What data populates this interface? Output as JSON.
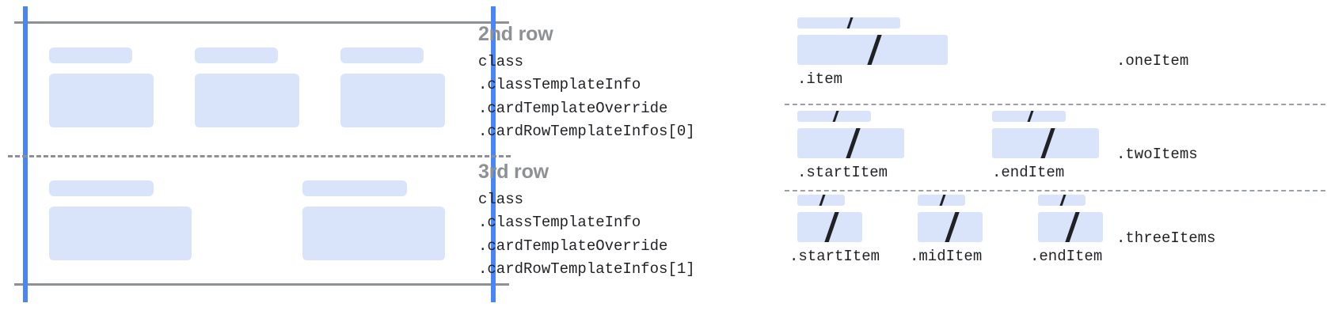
{
  "card_diagram": {
    "rows": [
      {
        "name": "row-1",
        "cells": [
          {
            "title_placeholder": "",
            "body_placeholder": ""
          },
          {
            "title_placeholder": "",
            "body_placeholder": ""
          },
          {
            "title_placeholder": "",
            "body_placeholder": ""
          }
        ]
      },
      {
        "name": "row-2",
        "cells": [
          {
            "title_placeholder": "",
            "body_placeholder": ""
          },
          {
            "title_placeholder": "",
            "body_placeholder": ""
          }
        ]
      }
    ],
    "guide_color": "#4a86f7",
    "rule_color": "#8d9194",
    "placeholder_color": "#d9e3fa"
  },
  "code_blocks": [
    {
      "heading": "2nd row",
      "lines": [
        "class",
        ".classTemplateInfo",
        ".cardTemplateOverride",
        ".cardRowTemplateInfos[0]"
      ]
    },
    {
      "heading": "3rd row",
      "lines": [
        "class",
        ".classTemplateInfo",
        ".cardTemplateOverride",
        ".cardRowTemplateInfos[1]"
      ]
    }
  ],
  "item_groups": [
    {
      "group_label": ".oneItem",
      "slots": [
        {
          "label": ".item"
        }
      ]
    },
    {
      "group_label": ".twoItems",
      "slots": [
        {
          "label": ".startItem"
        },
        {
          "label": ".endItem"
        }
      ]
    },
    {
      "group_label": ".threeItems",
      "slots": [
        {
          "label": ".startItem"
        },
        {
          "label": ".midItem"
        },
        {
          "label": ".endItem"
        }
      ]
    }
  ],
  "colors": {
    "accent_blue": "#4a86f7",
    "placeholder_blue": "#d9e3fa",
    "rule_gray": "#8d9194",
    "heading_gray": "#8d9194",
    "text_black": "#1f2124"
  }
}
